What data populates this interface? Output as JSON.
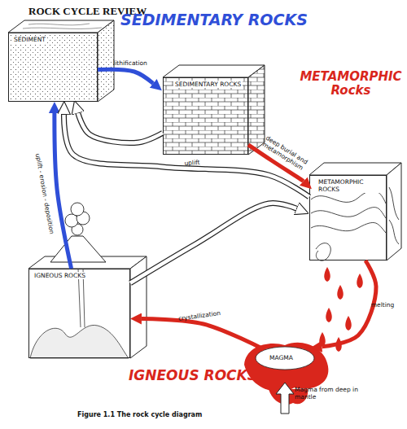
{
  "diagram": {
    "title": "ROCK CYCLE REVIEW",
    "caption": "Figure 1.1 The rock cycle diagram",
    "nodes": [
      {
        "text": [
          "SEDIMENT"
        ]
      },
      {
        "text": [
          "SEDIMENTARY ROCKS"
        ]
      },
      {
        "text": [
          "METAMORPHIC ROCKS"
        ]
      },
      {
        "text": [
          "IGNEOUS ROCKS"
        ]
      },
      {
        "text": [
          "MAGMA"
        ]
      }
    ],
    "edges": [
      {
        "from": 0,
        "to": 1,
        "label": "lithification",
        "arrow": "to"
      },
      {
        "from": 1,
        "to": 2,
        "label": "deep burial and metamorphism",
        "arrow": "to"
      },
      {
        "from": 2,
        "to": 4,
        "label": "melting",
        "arrow": "to"
      },
      {
        "from": 4,
        "to": 3,
        "label": "crystallization",
        "arrow": "to"
      },
      {
        "from": 3,
        "to": 0,
        "label": "uplift - erosion - deposition",
        "arrow": "to"
      },
      {
        "from": 2,
        "to": 0,
        "label": "uplift",
        "arrow": "to"
      },
      {
        "from": 1,
        "to": 0,
        "arrow": "to"
      },
      {
        "from": 3,
        "to": 2,
        "arrow": "to"
      }
    ],
    "labels": [
      "SEDIMENTARY ROCKS",
      "METAMORPHIC Rocks",
      "IGNEOUS ROCKS",
      "Magma from deep in mantle"
    ]
  }
}
